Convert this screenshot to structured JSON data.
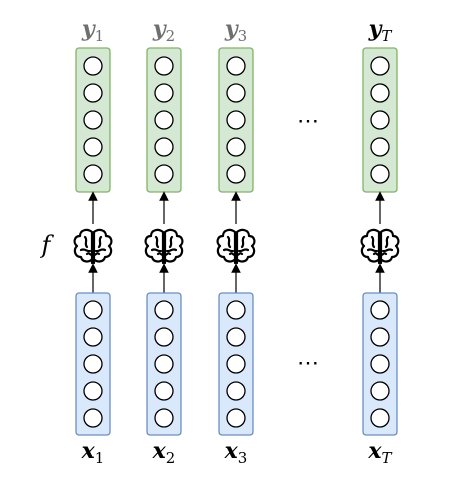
{
  "function_label": "f",
  "ellipsis": "⋯",
  "columns": [
    {
      "out_var": "y",
      "out_sub": "1",
      "in_var": "x",
      "in_sub": "1",
      "out_faded": true
    },
    {
      "out_var": "y",
      "out_sub": "2",
      "in_var": "x",
      "in_sub": "2",
      "out_faded": true
    },
    {
      "out_var": "y",
      "out_sub": "3",
      "in_var": "x",
      "in_sub": "3",
      "out_faded": true
    },
    {
      "out_var": "y",
      "out_sub": "T",
      "in_var": "x",
      "in_sub": "T",
      "out_faded": false
    }
  ],
  "neurons_per_layer": 5,
  "colors": {
    "output_fill": "#d5e8d4",
    "output_stroke": "#82b366",
    "input_fill": "#dae8fc",
    "input_stroke": "#6c8ebf",
    "faded_label": "#6f6f6f",
    "label": "#000000"
  },
  "icons": {
    "model": "brain-icon",
    "arrow": "arrow-up-icon"
  }
}
